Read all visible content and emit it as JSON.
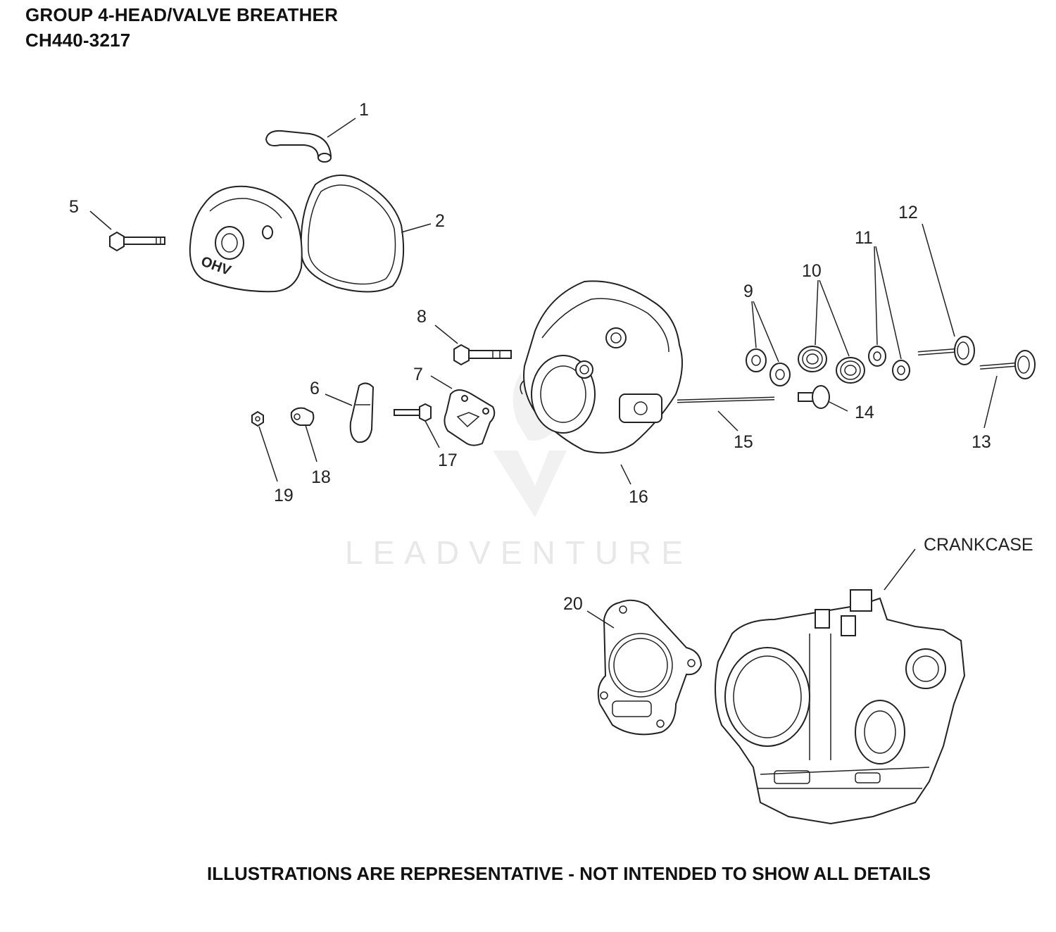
{
  "header": {
    "title": "GROUP 4-HEAD/VALVE BREATHER",
    "model": "CH440-3217"
  },
  "footer": {
    "note": "ILLUSTRATIONS ARE REPRESENTATIVE - NOT INTENDED TO SHOW ALL DETAILS"
  },
  "watermark": "LEADVENTURE",
  "callouts": {
    "c1": "1",
    "c2": "2",
    "c5": "5",
    "c6": "6",
    "c7": "7",
    "c8": "8",
    "c9": "9",
    "c10": "10",
    "c11": "11",
    "c12": "12",
    "c13": "13",
    "c14": "14",
    "c15": "15",
    "c16": "16",
    "c17": "17",
    "c18": "18",
    "c19": "19",
    "c20": "20",
    "crankcase": "CRANKCASE"
  },
  "cover_stamp": "OHV"
}
